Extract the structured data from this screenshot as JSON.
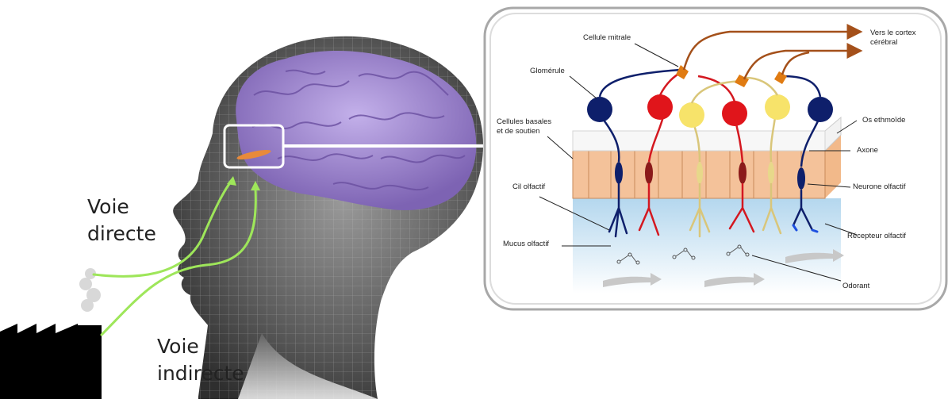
{
  "pathways": {
    "direct": "Voie\ndirecte",
    "indirect": "Voie\nindirecte"
  },
  "inset_labels": {
    "mitral_cell": "Cellule mitrale",
    "to_cortex": "Vers le cortex\ncérébral",
    "glomerulus": "Glomérule",
    "ethmoid_bone": "Os ethmoïde",
    "basal_support_cells": "Cellules basales\net de soutien",
    "axon": "Axone",
    "olfactory_cilium": "Cil olfactif",
    "olfactory_neuron": "Neurone olfactif",
    "olfactory_receptor": "Récepteur olfactif",
    "olfactory_mucus": "Mucus olfactif",
    "odorant": "Odorant"
  },
  "colors": {
    "brain": "#9b84c9",
    "head_skin": "#7a7a7a",
    "pathway_green": "#9ee65a",
    "factory": "#000000",
    "epithelium": "#f2b98a",
    "mucus": "#bcdcf0",
    "glomerulus_blue": "#0e1f6b",
    "glomerulus_red": "#e0151b",
    "glomerulus_yellow": "#f7e36a",
    "mitral_orange": "#e07b12"
  }
}
